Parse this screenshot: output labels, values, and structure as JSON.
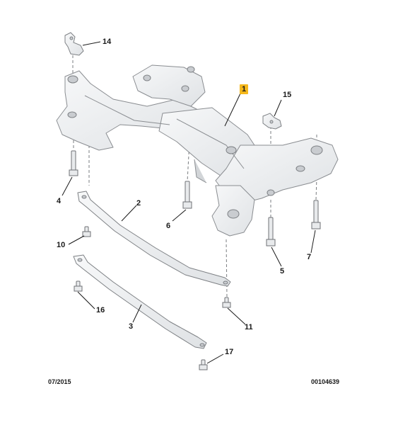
{
  "diagram": {
    "callouts": [
      {
        "id": "c1",
        "label": "1",
        "highlight": true
      },
      {
        "id": "c2",
        "label": "2"
      },
      {
        "id": "c3",
        "label": "3"
      },
      {
        "id": "c4",
        "label": "4"
      },
      {
        "id": "c5",
        "label": "5"
      },
      {
        "id": "c6",
        "label": "6"
      },
      {
        "id": "c7",
        "label": "7"
      },
      {
        "id": "c10",
        "label": "10"
      },
      {
        "id": "c11",
        "label": "11"
      },
      {
        "id": "c14",
        "label": "14"
      },
      {
        "id": "c15",
        "label": "15"
      },
      {
        "id": "c16",
        "label": "16"
      },
      {
        "id": "c17",
        "label": "17"
      }
    ],
    "highlight_color": "#f5b81c",
    "part_fill": "#eef0f2",
    "part_stroke": "#8a8d91"
  },
  "footer": {
    "date": "07/2015",
    "code": "00104639"
  }
}
